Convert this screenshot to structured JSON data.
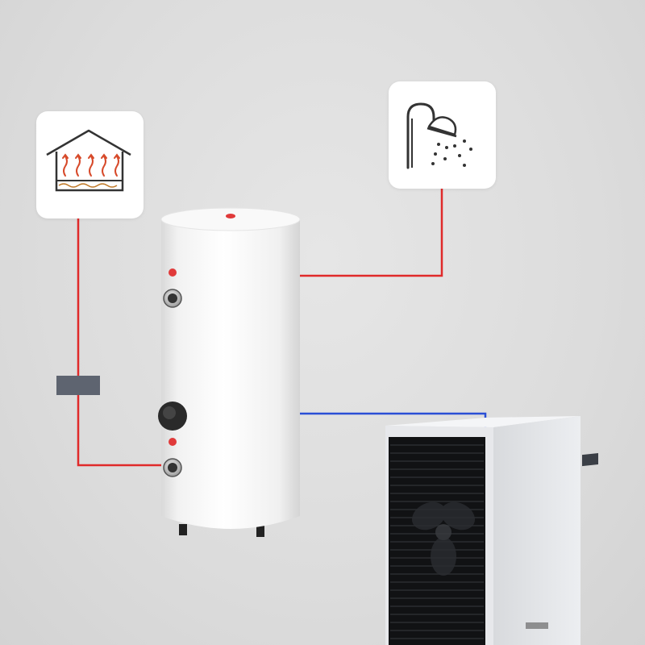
{
  "colors": {
    "background": "#dedede",
    "hot_pipe": "#e02a2a",
    "cold_pipe": "#2a4fd6",
    "tank_body": "#f7f7f7",
    "valve": "#5e6470",
    "heat_pump_casing": "#e9eaed",
    "fan_grille": "#111214"
  },
  "icons": {
    "floor_heating": "house-floor-heating-icon",
    "shower": "shower-icon"
  },
  "components": [
    "floor-heating",
    "shower",
    "water-tank",
    "mixing-valve",
    "heat-pump"
  ]
}
